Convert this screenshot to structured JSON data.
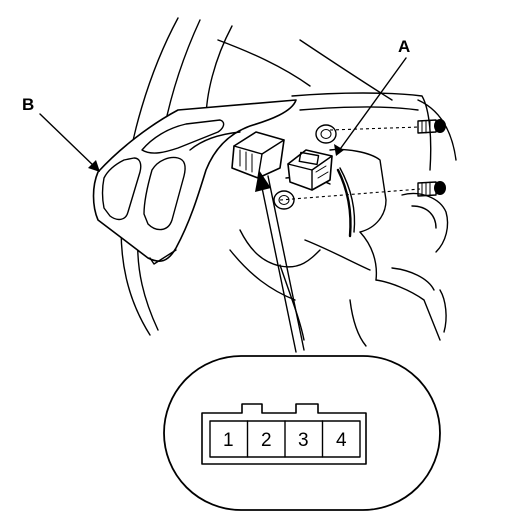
{
  "callouts": {
    "a": "A",
    "b": "B"
  },
  "connector": {
    "pins": [
      "1",
      "2",
      "3",
      "4"
    ]
  }
}
